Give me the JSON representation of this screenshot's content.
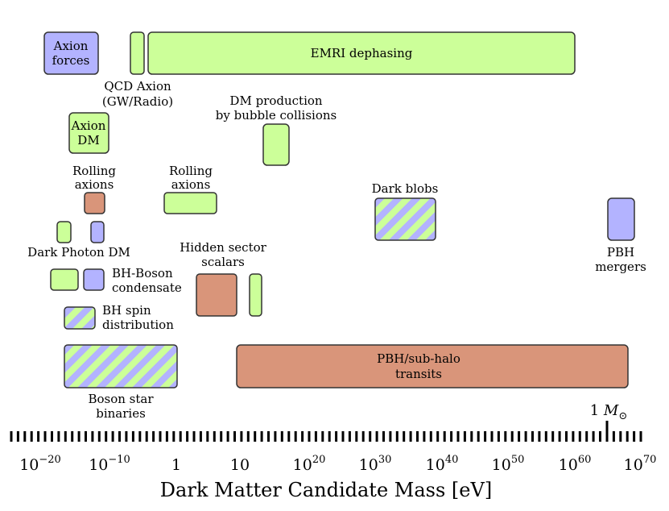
{
  "diagram": {
    "colors": {
      "green": "#ccff99",
      "blue": "#b3b3ff",
      "orange": "#d9957a",
      "stroke": "#333333"
    },
    "axis": {
      "label": "Dark Matter Candidate Mass [eV]",
      "tick_labels": [
        {
          "text": "10",
          "exp": "−20"
        },
        {
          "text": "10",
          "exp": "−10"
        },
        {
          "text": "1",
          "exp": ""
        },
        {
          "text": "10",
          "exp": ""
        },
        {
          "text": "10",
          "exp": "20"
        },
        {
          "text": "10",
          "exp": "30"
        },
        {
          "text": "10",
          "exp": "40"
        },
        {
          "text": "10",
          "exp": "50"
        },
        {
          "text": "10",
          "exp": "60"
        },
        {
          "text": "10",
          "exp": "70"
        }
      ],
      "solar_mass_label": {
        "prefix": "1 ",
        "symbol": "M",
        "sub": "⊙"
      }
    },
    "boxes": [
      {
        "id": "axion-forces",
        "fill": "blue"
      },
      {
        "id": "qcd-axion",
        "fill": "green"
      },
      {
        "id": "emri",
        "fill": "green"
      },
      {
        "id": "axion-dm",
        "fill": "green"
      },
      {
        "id": "dm-bubble",
        "fill": "green"
      },
      {
        "id": "rolling-axions-1",
        "fill": "orange"
      },
      {
        "id": "rolling-axions-2",
        "fill": "green"
      },
      {
        "id": "dark-blobs",
        "fill": "stripe"
      },
      {
        "id": "pbh-mergers",
        "fill": "blue"
      },
      {
        "id": "dark-photon-green",
        "fill": "green"
      },
      {
        "id": "dark-photon-blue",
        "fill": "blue"
      },
      {
        "id": "hidden-sector-orange",
        "fill": "orange"
      },
      {
        "id": "hidden-sector-green",
        "fill": "green"
      },
      {
        "id": "bh-boson-green",
        "fill": "green"
      },
      {
        "id": "bh-boson-blue",
        "fill": "blue"
      },
      {
        "id": "bh-spin",
        "fill": "stripe"
      },
      {
        "id": "boson-star",
        "fill": "stripe"
      },
      {
        "id": "pbh-transits",
        "fill": "orange"
      }
    ],
    "labels": {
      "axion_forces": [
        "Axion",
        "forces"
      ],
      "emri": [
        "EMRI dephasing"
      ],
      "qcd_axion": [
        "QCD Axion",
        "(GW/Radio)"
      ],
      "axion_dm": [
        "Axion",
        "DM"
      ],
      "dm_bubble": [
        "DM production",
        "by bubble collisions"
      ],
      "rolling_axions_1": [
        "Rolling",
        "axions"
      ],
      "rolling_axions_2": [
        "Rolling",
        "axions"
      ],
      "dark_blobs": [
        "Dark blobs"
      ],
      "dark_photon": [
        "Dark Photon DM"
      ],
      "hidden_sector": [
        "Hidden sector",
        "scalars"
      ],
      "pbh_mergers": [
        "PBH",
        "mergers"
      ],
      "bh_boson": [
        "BH-Boson",
        "condensate"
      ],
      "bh_spin": [
        "BH spin",
        "distribution"
      ],
      "pbh_transits": [
        "PBH/sub-halo",
        "transits"
      ],
      "boson_star": [
        "Boson star",
        "binaries"
      ]
    }
  }
}
